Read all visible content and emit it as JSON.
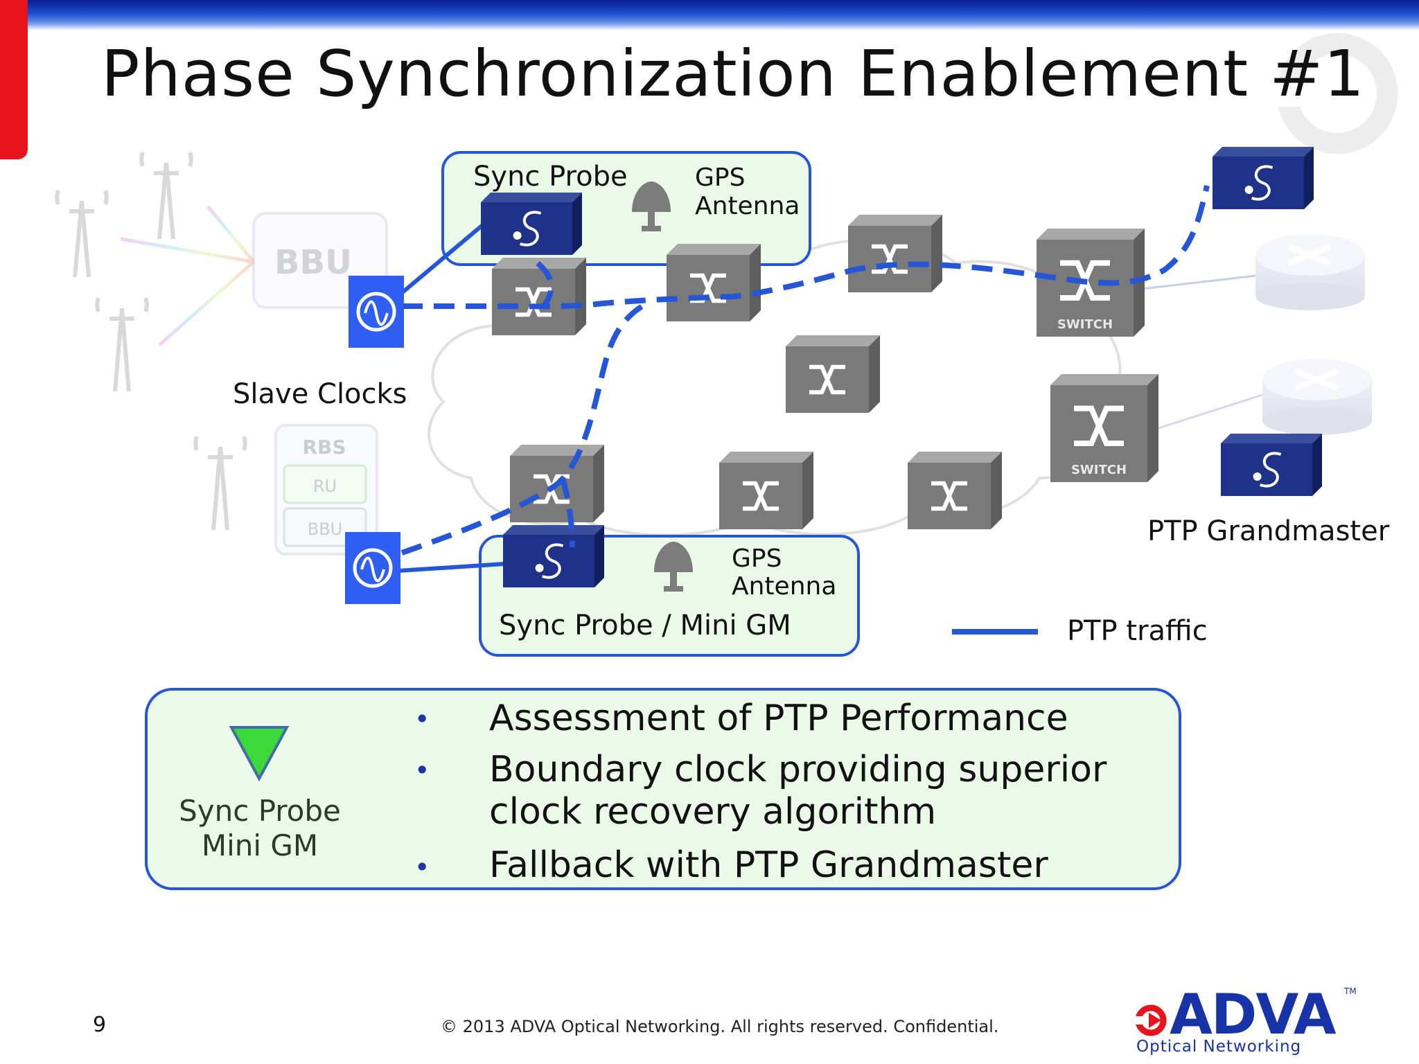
{
  "slide": {
    "title": "Phase Synchronization Enablement #1",
    "page_number": "9",
    "copyright": "© 2013 ADVA Optical Networking. All rights reserved. Confidential."
  },
  "diagram": {
    "bbu_label": "BBU",
    "rbs_label": "RBS",
    "ru_label": "RU",
    "rbs_bbu_label": "BBU",
    "slave_clocks": "Slave Clocks",
    "sync_probe_top": "Sync Probe",
    "gps_top_line1": "GPS",
    "gps_top_line2": "Antenna",
    "gps_bottom_line1": "GPS",
    "gps_bottom_line2": "Antenna",
    "sync_probe_bottom": "Sync Probe / Mini GM",
    "ptp_grandmaster": "PTP Grandmaster",
    "ptp_traffic": "PTP traffic",
    "switch_text": "SWITCH"
  },
  "info": {
    "probe_line1": "Sync Probe",
    "probe_line2": "Mini GM",
    "bullets": [
      "Assessment of PTP Performance",
      "Boundary clock providing superior",
      "clock recovery algorithm",
      "Fallback with PTP Grandmaster"
    ]
  },
  "logo": {
    "word": "ADVA",
    "tm": "TM",
    "sub": "Optical Networking"
  },
  "colors": {
    "ptp_line": "#2456d6",
    "box_border": "#2456d6",
    "box_fill": "#eaf9e8",
    "probe_device": "#1d3288",
    "switch_gray": "#7a7a7a",
    "triangle": "#3dd83a"
  }
}
